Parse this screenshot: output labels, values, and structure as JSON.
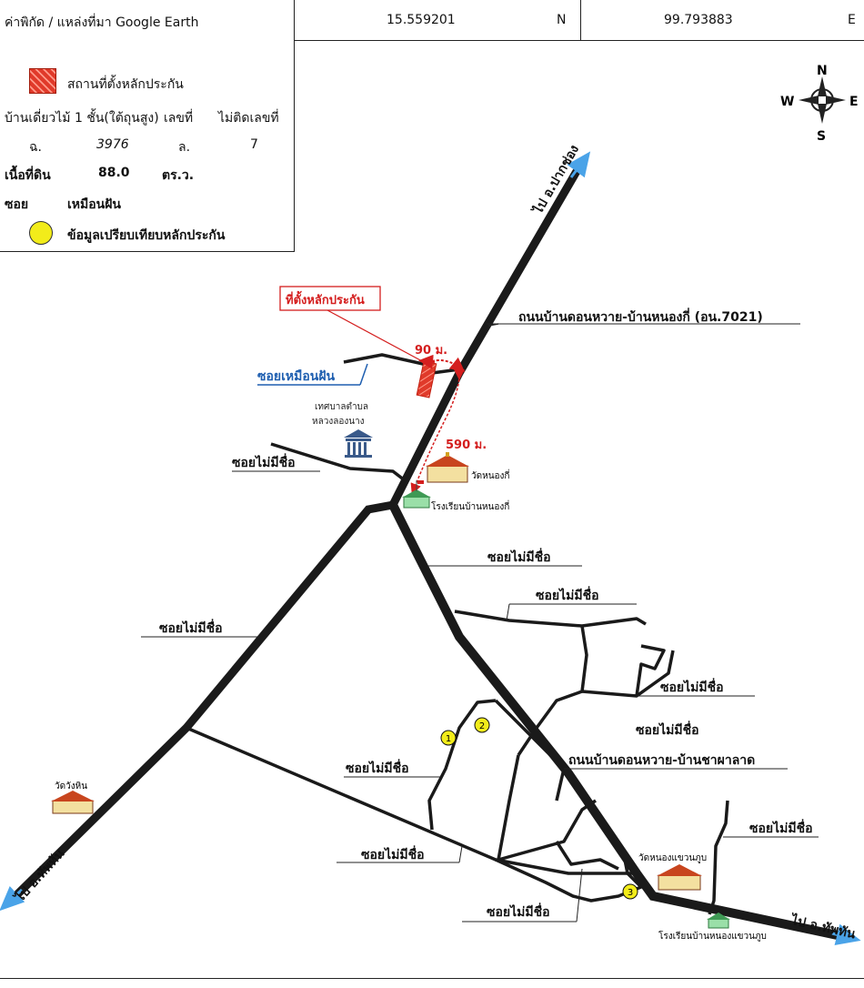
{
  "header": {
    "source_label": "ค่าพิกัด / แหล่งที่มา Google Earth",
    "lat_value": "15.559201",
    "lat_suffix": "N",
    "lon_value": "99.793883",
    "lon_suffix": "E"
  },
  "legend": {
    "collateral_symbol_label": "สถานที่ตั้งหลักประกัน",
    "building_type": "บ้านเดี่ยวไม้ 1 ชั้น(ใต้ถุนสูง)",
    "house_no_label": "เลขที่",
    "house_no_value": "ไม่ติดเลขที่",
    "deed_type": "ฉ.",
    "deed_no": "3976",
    "plot_label": "ล.",
    "plot_no": "7",
    "land_area_label": "เนื้อที่ดิน",
    "land_area_value": "88.0",
    "land_area_unit": "ตร.ว.",
    "soi_label": "ซอย",
    "soi_value": "เหมือนฝัน",
    "comparable_label": "ข้อมูลเปรียบเทียบหลักประกัน"
  },
  "compass": {
    "n": "N",
    "s": "S",
    "e": "E",
    "w": "W"
  },
  "map": {
    "collateral_location_label": "ที่ตั้งหลักประกัน",
    "soi_muean_fan": "ซอยเหมือนฝัน",
    "dist_90": "90 ม.",
    "dist_590": "590 ม.",
    "road_7021": "ถนนบ้านดอนหวาย-บ้านหนองกี่ (อน.7021)",
    "road_chaphalad": "ถนนบ้านดอนหวาย-บ้านชาผาลาด",
    "to_pakchong": "ไป อ.ปากช่อง",
    "to_thapthan_left": "ไป อ.ทัพทัน",
    "to_thapthan_right": "ไป อ.ทัพทัน",
    "municipality_line1": "เทศบาลตำบล",
    "municipality_line2": "หลวงลองนาง",
    "wat_nongki": "วัดหนองกี่",
    "school_nongki": "โรงเรียนบ้านหนองกี่",
    "wat_wanghin": "วัดวังหิน",
    "wat_nong_khwaen": "วัดหนองแขวนภูบ",
    "school_nong_khwaen": "โรงเรียนบ้านหนองแขวนภูบ",
    "unnamed_soi": "ซอยไม่มีชื่อ",
    "comparables": [
      "1",
      "2",
      "3"
    ]
  },
  "colors": {
    "road": "#1a1a1a",
    "collateral": "#e03a2a",
    "comparable": "#f2ec1a",
    "arrow": "#4aa3e8",
    "soi_blue": "#1f5fb0",
    "dist_red": "#d41e1e"
  }
}
